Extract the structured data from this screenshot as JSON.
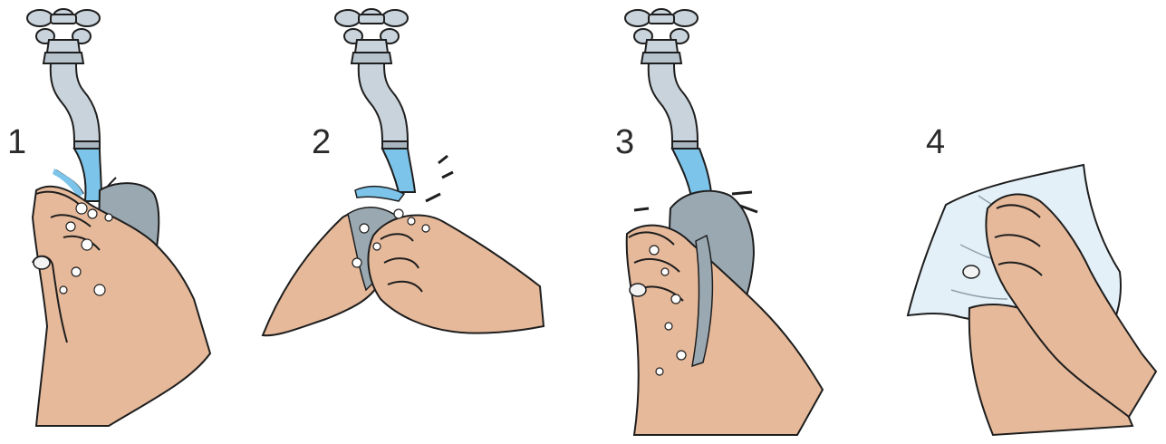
{
  "steps": [
    {
      "number": "1"
    },
    {
      "number": "2"
    },
    {
      "number": "3"
    },
    {
      "number": "4"
    }
  ],
  "colors": {
    "skin": "#e6b99a",
    "skin_shadow": "#d9a584",
    "outline": "#1e1e1e",
    "water": "#7cc4ea",
    "water_light": "#a9daf4",
    "tap": "#c9d3db",
    "tap_shadow": "#a9b5bf",
    "soap": "#ffffff",
    "soap_grey": "#93a3ad",
    "towel": "#e4f0f8"
  },
  "icons": [
    "tap-icon",
    "hands-icon",
    "towel-icon"
  ]
}
